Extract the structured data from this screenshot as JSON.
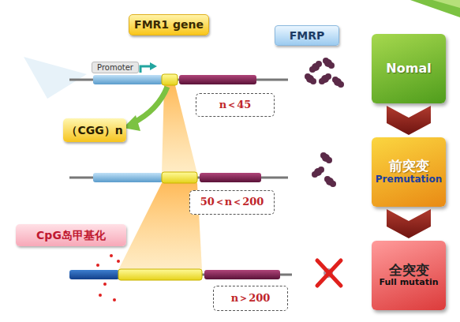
{
  "diagram": {
    "nodes": [
      {
        "text": [
          "FMR1 gene"
        ]
      },
      {
        "text": [
          "FMRP"
        ]
      },
      {
        "text": [
          "Nomal"
        ]
      },
      {
        "text": [
          "n＜45"
        ]
      },
      {
        "text": [
          "（CGG）n"
        ]
      },
      {
        "text": [
          "前突变",
          "Premutation"
        ]
      },
      {
        "text": [
          "50＜n＜200"
        ]
      },
      {
        "text": [
          "CpG岛甲基化"
        ]
      },
      {
        "text": [
          "全突变",
          "Full mutatin"
        ]
      },
      {
        "text": [
          "n＞200"
        ]
      }
    ],
    "edges": [
      {
        "from": 2,
        "to": 5,
        "arrow": "to"
      },
      {
        "from": 5,
        "to": 8,
        "arrow": "to"
      }
    ],
    "labels": [
      "Promoter"
    ]
  }
}
